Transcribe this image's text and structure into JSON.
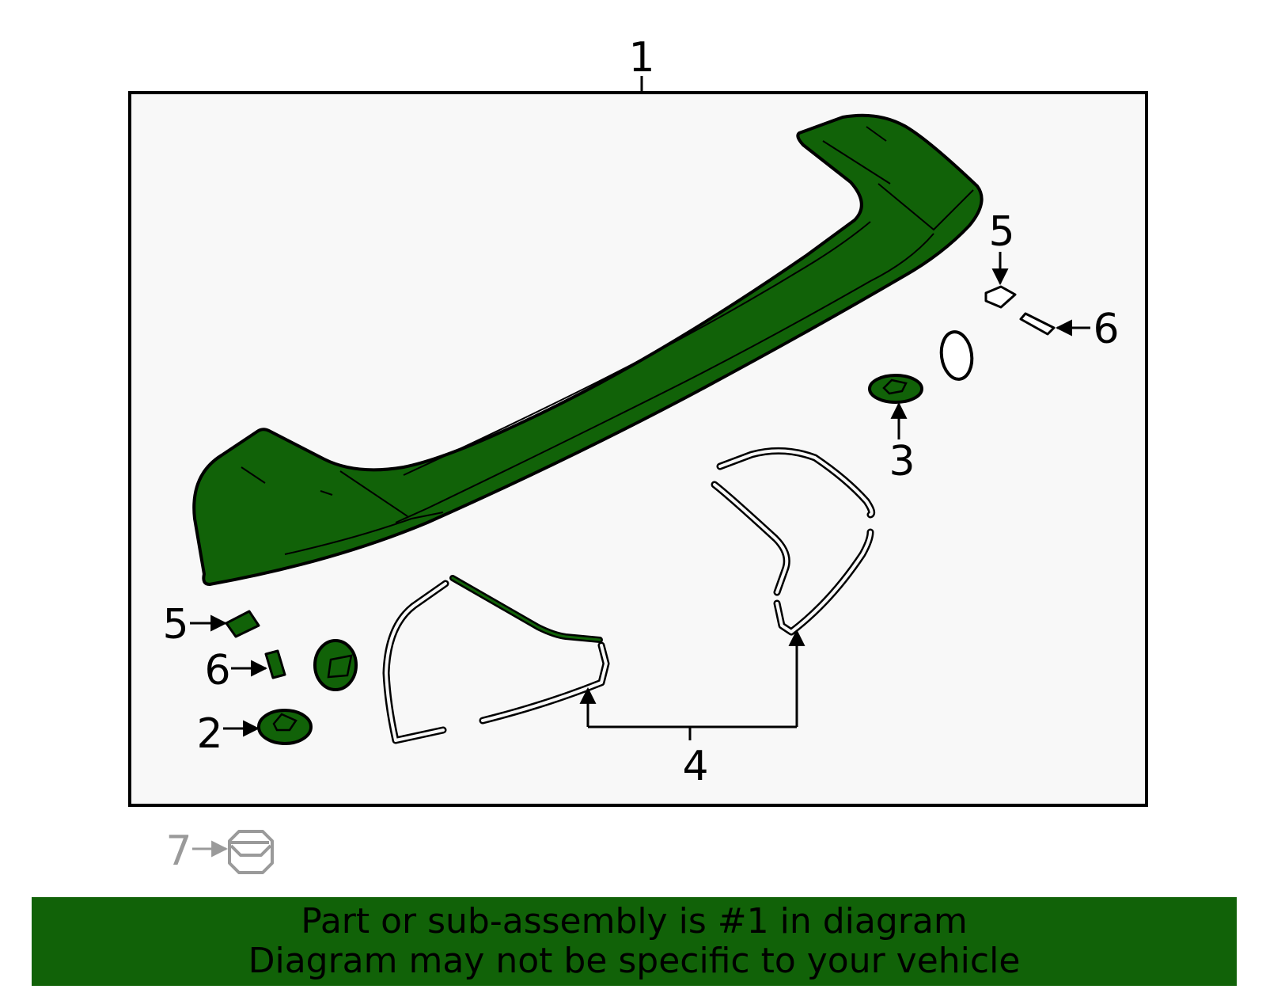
{
  "colors": {
    "part_fill": "#116208",
    "panel_bg": "#f8f8f8",
    "outline": "#000000",
    "gray": "#9a9a9a",
    "banner_bg": "#116208"
  },
  "callouts": {
    "c1": "1",
    "c2": "2",
    "c3": "3",
    "c4": "4",
    "c5_right": "5",
    "c5_left": "5",
    "c6_right": "6",
    "c6_left": "6",
    "c7": "7"
  },
  "banner": {
    "line1": "Part or sub-assembly is #1 in diagram",
    "line2": "Diagram may not be specific to your vehicle"
  }
}
